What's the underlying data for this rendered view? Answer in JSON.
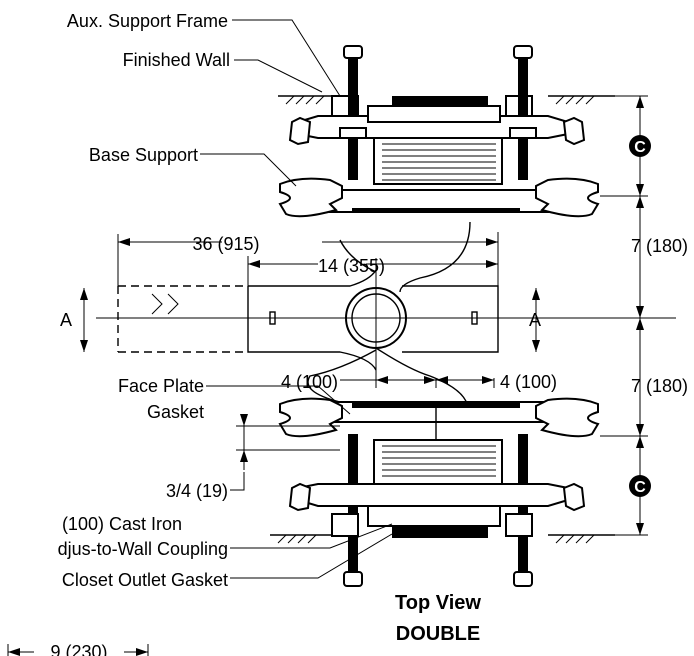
{
  "title": "Top View",
  "subtitle": "DOUBLE",
  "labels": {
    "aux_support_frame": "Aux. Support Frame",
    "finished_wall": "Finished Wall",
    "base_support": "Base Support",
    "face_plate_gasket_1": "Face Plate",
    "face_plate_gasket_2": "Gasket",
    "cast_iron_1": "(100) Cast Iron",
    "cast_iron_2": "djus-to-Wall Coupling",
    "closet_outlet_gasket": "Closet Outlet Gasket"
  },
  "dimensions": {
    "overall_length": "36 (915)",
    "center_span": "14 (355)",
    "left_offset": "4 (100)",
    "right_offset": "4 (100)",
    "upper_half": "7 (180)",
    "lower_half": "7 (180)",
    "gasket_thickness": "3/4 (19)",
    "bottom_partial": "9 (230)"
  },
  "section_marks": {
    "left": "A",
    "right": "A"
  },
  "callout_symbol": "C",
  "colors": {
    "ink": "#000000",
    "paper": "#ffffff"
  }
}
